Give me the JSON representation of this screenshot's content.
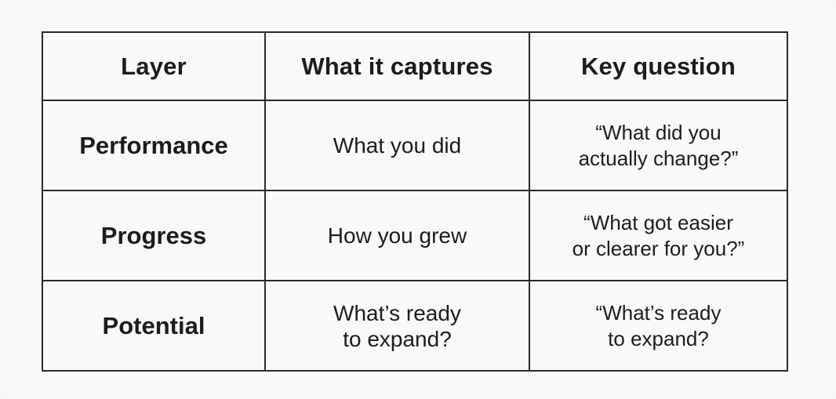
{
  "table": {
    "headers": [
      "Layer",
      "What it captures",
      "Key question"
    ],
    "rows": [
      {
        "layer": "Performance",
        "captures": [
          "What you did"
        ],
        "question": [
          "“What did you",
          "actually change?”"
        ]
      },
      {
        "layer": "Progress",
        "captures": [
          "How you grew"
        ],
        "question": [
          "“What got easier",
          "or clearer for you?”"
        ]
      },
      {
        "layer": "Potential",
        "captures": [
          "What’s ready",
          "to expand?"
        ],
        "question": [
          "“What’s ready",
          "to expand?"
        ]
      }
    ]
  },
  "colors": {
    "background": "#f9f9f7",
    "border": "#2a2a2a",
    "text": "#1c1c1c"
  }
}
